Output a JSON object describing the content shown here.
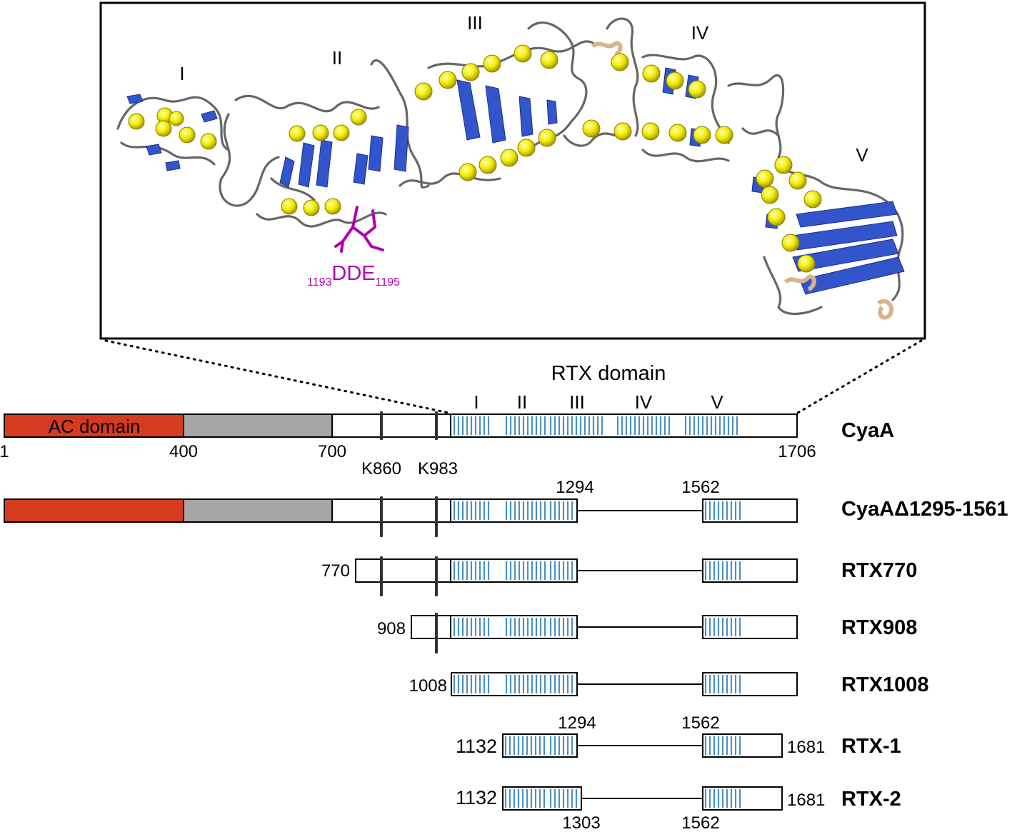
{
  "structure": {
    "domain_labels": [
      "I",
      "II",
      "III",
      "IV",
      "V"
    ],
    "motif": {
      "sub_start": "1193",
      "text": "DDE",
      "sub_end": "1195"
    }
  },
  "cyaa": {
    "rtx_title": "RTX domain",
    "ac_label": "AC domain",
    "rtx_blocks": [
      "I",
      "II",
      "III",
      "IV",
      "V"
    ],
    "positions": [
      "1",
      "400",
      "700",
      "1706"
    ],
    "lysines": [
      "K860",
      "K983"
    ]
  },
  "constructs": [
    {
      "name": "CyaA",
      "start": "",
      "end": "1706"
    },
    {
      "name": "CyaAΔ1295-1561",
      "labels": [
        "1294",
        "1562"
      ]
    },
    {
      "name": "RTX770",
      "start": "770"
    },
    {
      "name": "RTX908",
      "start": "908"
    },
    {
      "name": "RTX1008",
      "start": "1008"
    },
    {
      "name": "RTX-1",
      "start": "1132",
      "end": "1681",
      "labels": [
        "1294",
        "1562"
      ]
    },
    {
      "name": "RTX-2",
      "start": "1132",
      "end": "1681",
      "labels": [
        "1303",
        "1562"
      ]
    }
  ],
  "colors": {
    "ac_domain": "#d63a1f",
    "hydrophobic": "#a6a6a6",
    "repeat_stripe": "#4a90c4",
    "beta_strand": "#3355cc",
    "calcium": "#f5f000",
    "coil": "#666666",
    "motif": "#b000b0",
    "helix": "#d8b48a"
  }
}
